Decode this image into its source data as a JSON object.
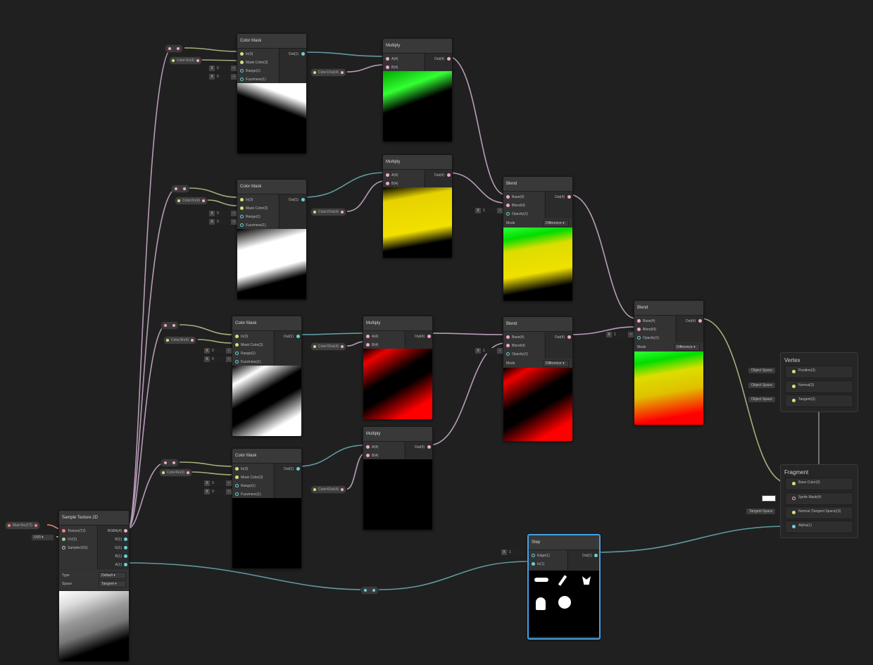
{
  "colors": {
    "pink": "#f0a8c8",
    "teal": "#6ccfd6",
    "yellow": "#d6e07a",
    "green": "#9ad08a",
    "blue_select": "#44a0e0",
    "wire_pink": "#b89cb8",
    "wire_teal": "#5f9aa0",
    "wire_olive": "#a6ab7c"
  },
  "main_tex": {
    "label": "MainTex(T2)"
  },
  "uv_dropdown": {
    "value": "UV0"
  },
  "sample_texture": {
    "title": "Sample Texture 2D",
    "inputs": [
      "Texture(T2)",
      "UV(2)",
      "Sampler(SS)"
    ],
    "outputs": [
      "RGBA(4)",
      "R(1)",
      "G(1)",
      "B(1)",
      "A(1)"
    ],
    "type_label": "Type",
    "type_value": "Default",
    "space_label": "Space",
    "space_value": "Tangent"
  },
  "color_masks": [
    {
      "title": "Color Mask",
      "inputs": [
        "In(3)",
        "Mask Color(3)",
        "Range(1)",
        "Fuzziness(1)"
      ],
      "output": "Out(1)",
      "color_prop": "Color1In(4)",
      "range": "0",
      "fuzz": "0"
    },
    {
      "title": "Color Mask",
      "inputs": [
        "In(3)",
        "Mask Color(3)",
        "Range(1)",
        "Fuzziness(1)"
      ],
      "output": "Out(1)",
      "color_prop": "Color2In(4)",
      "range": "0",
      "fuzz": "0"
    },
    {
      "title": "Color Mask",
      "inputs": [
        "In(3)",
        "Mask Color(3)",
        "Range(1)",
        "Fuzziness(1)"
      ],
      "output": "Out(1)",
      "color_prop": "Color3In(4)",
      "range": "0",
      "fuzz": "0"
    },
    {
      "title": "Color Mask",
      "inputs": [
        "In(3)",
        "Mask Color(3)",
        "Range(1)",
        "Fuzziness(1)"
      ],
      "output": "Out(1)",
      "color_prop": "Color4In(4)",
      "range": "0",
      "fuzz": "0"
    }
  ],
  "multiplies": [
    {
      "title": "Multiply",
      "inputs": [
        "A(4)",
        "B(4)"
      ],
      "output": "Out(4)",
      "color_prop": "Color1Out(4)"
    },
    {
      "title": "Multiply",
      "inputs": [
        "A(4)",
        "B(4)"
      ],
      "output": "Out(4)",
      "color_prop": "Color2Out(4)"
    },
    {
      "title": "Multiply",
      "inputs": [
        "A(4)",
        "B(4)"
      ],
      "output": "Out(4)",
      "color_prop": "Color3Out(4)"
    },
    {
      "title": "Multiply",
      "inputs": [
        "A(4)",
        "B(4)"
      ],
      "output": "Out(4)",
      "color_prop": "Color4Out(4)"
    }
  ],
  "blends": [
    {
      "title": "Blend",
      "inputs": [
        "Base(4)",
        "Blend(4)",
        "Opacity(1)"
      ],
      "output": "Out(4)",
      "mode_label": "Mode",
      "mode_value": "Difference",
      "opacity": "1"
    },
    {
      "title": "Blend",
      "inputs": [
        "Base(4)",
        "Blend(4)",
        "Opacity(1)"
      ],
      "output": "Out(4)",
      "mode_label": "Mode",
      "mode_value": "Difference",
      "opacity": "1"
    },
    {
      "title": "Blend",
      "inputs": [
        "Base(4)",
        "Blend(4)",
        "Opacity(1)"
      ],
      "output": "Out(4)",
      "mode_label": "Mode",
      "mode_value": "Difference",
      "opacity": "1"
    }
  ],
  "step": {
    "title": "Step",
    "inputs": [
      "Edge(1)",
      "In(1)"
    ],
    "output": "Out(1)",
    "edge": "1"
  },
  "vertex": {
    "title": "Vertex",
    "blocks": [
      "Position(3)",
      "Normal(3)",
      "Tangent(3)"
    ],
    "space_tag": "Object Space"
  },
  "fragment": {
    "title": "Fragment",
    "blocks": [
      "Base Color(3)",
      "Sprite Mask(4)",
      "Normal (Tangent Space)(3)",
      "Alpha(1)"
    ],
    "normal_tag": "Tangent Space"
  },
  "x_label": "X"
}
